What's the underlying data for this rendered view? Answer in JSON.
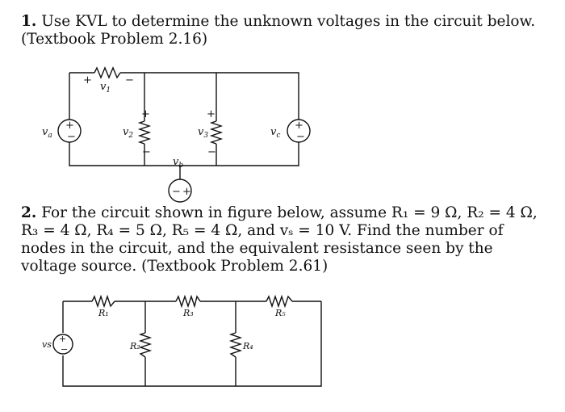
{
  "problem1": {
    "number": "1.",
    "text": "Use KVL to determine the unknown voltages in the circuit below. (Textbook Problem 2.16)",
    "labels": {
      "va": "v",
      "va_sub": "a",
      "v1": "v",
      "v1_sub": "1",
      "v2": "v",
      "v2_sub": "2",
      "v3": "v",
      "v3_sub": "3",
      "vb": "v",
      "vb_sub": "b",
      "vc": "v",
      "vc_sub": "c",
      "plus": "+",
      "minus": "−"
    }
  },
  "problem2": {
    "number": "2.",
    "text": "For the circuit shown in figure below, assume R₁ = 9 Ω, R₂ = 4 Ω, R₃ = 4 Ω, R₄ = 5 Ω, R₅ = 4 Ω, and vₛ = 10 V. Find the number of nodes in the circuit, and the equivalent resistance seen by the voltage source. (Textbook Problem 2.61)",
    "labels": {
      "vs": "vs",
      "r1": "R₁",
      "r2": "R₂",
      "r3": "R₃",
      "r4": "R₄",
      "r5": "R₅"
    }
  }
}
